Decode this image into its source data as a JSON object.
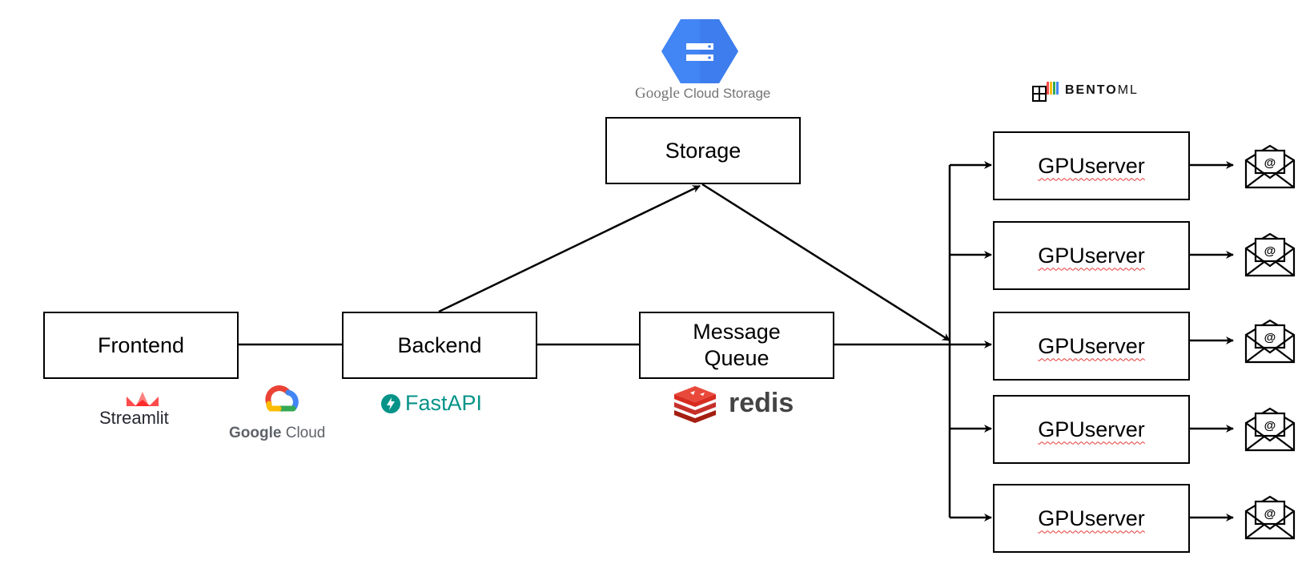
{
  "nodes": {
    "frontend": "Frontend",
    "backend": "Backend",
    "storage": "Storage",
    "message_queue": [
      "Message",
      "Queue"
    ],
    "gpu_servers": [
      "GPUserver",
      "GPUserver",
      "GPUserver",
      "GPUserver",
      "GPUserver"
    ]
  },
  "logos": {
    "streamlit": "Streamlit",
    "google_cloud": {
      "brand": "Google",
      "product": "Cloud"
    },
    "fastapi": "FastAPI",
    "redis": "redis",
    "google_cloud_storage": {
      "brand": "Google",
      "product": "Cloud Storage"
    },
    "bentoml": {
      "bold": "BENTO",
      "light": "ML"
    }
  },
  "colors": {
    "line": "#000000",
    "fastapi": "#059388",
    "redis": "#d82c20",
    "gcs_blue": "#4285f4",
    "streamlit": "#ff4b4b",
    "spellcheck": "#e53935"
  },
  "icons": [
    "streamlit-logo-icon",
    "google-cloud-logo-icon",
    "fastapi-bolt-icon",
    "redis-logo-icon",
    "google-cloud-storage-icon",
    "bentoml-logo-icon",
    "email-envelope-icon"
  ]
}
